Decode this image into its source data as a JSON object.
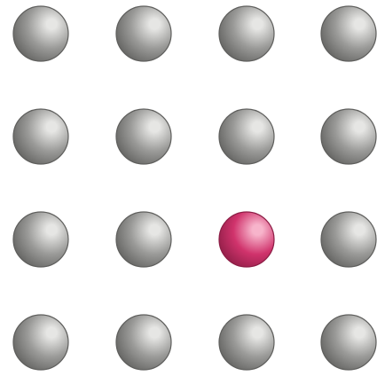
{
  "lattice": {
    "rows": 4,
    "columns": 4,
    "highlighted": {
      "row": 3,
      "column": 3
    }
  },
  "colors": {
    "background": "#ffffff",
    "atom": "#9a9a98",
    "atom_highlight": "#e6e6e4",
    "atom_shadow": "#5f5f5d",
    "highlighted_atom": "#d0336c",
    "highlighted_atom_highlight": "#f7b4cb",
    "highlighted_atom_shadow": "#8c1d45"
  }
}
